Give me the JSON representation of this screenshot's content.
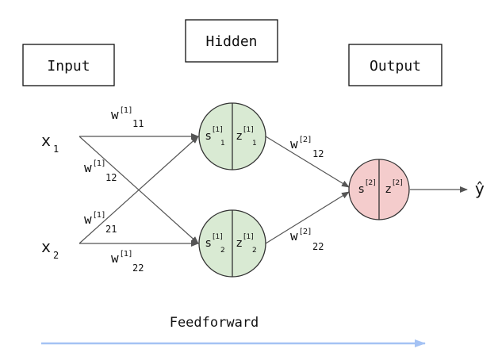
{
  "boxes": {
    "input": "Input",
    "hidden": "Hidden",
    "output": "Output"
  },
  "inputs": {
    "x1": {
      "base": "x",
      "sub": "1"
    },
    "x2": {
      "base": "x",
      "sub": "2"
    }
  },
  "weights": {
    "w11": {
      "base": "w",
      "sup": "[1]",
      "sub": "11"
    },
    "w12": {
      "base": "w",
      "sup": "[1]",
      "sub": "12"
    },
    "w21": {
      "base": "w",
      "sup": "[1]",
      "sub": "21"
    },
    "w22": {
      "base": "w",
      "sup": "[1]",
      "sub": "22"
    },
    "w2_12": {
      "base": "w",
      "sup": "[2]",
      "sub": "12"
    },
    "w2_22": {
      "base": "w",
      "sup": "[2]",
      "sub": "22"
    }
  },
  "hidden_nodes": {
    "h1": {
      "s": "s",
      "s_sup": "[1]",
      "s_sub": "1",
      "z": "z",
      "z_sup": "[1]",
      "z_sub": "1"
    },
    "h2": {
      "s": "s",
      "s_sup": "[1]",
      "s_sub": "2",
      "z": "z",
      "z_sup": "[1]",
      "z_sub": "2"
    }
  },
  "output_node": {
    "s": "s",
    "s_sup": "[2]",
    "z": "z",
    "z_sup": "[2]"
  },
  "output_label": "ŷ",
  "footer": {
    "label": "Feedforward"
  },
  "colors": {
    "hidden_fill": "#d9ead3",
    "output_fill": "#f4cccc",
    "node_stroke": "#333333",
    "edge": "#555555",
    "feedforward_arrow": "#a4c2f4"
  }
}
